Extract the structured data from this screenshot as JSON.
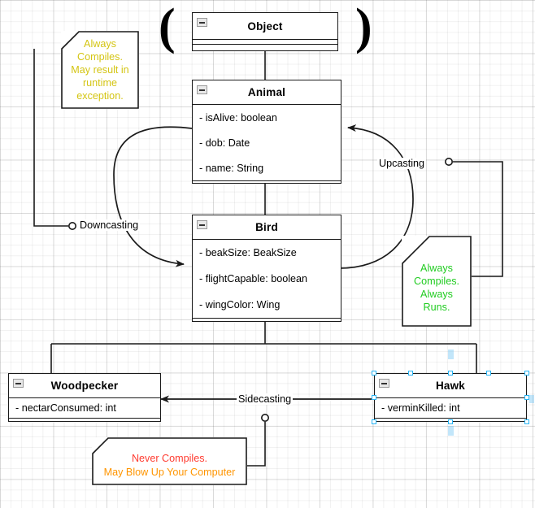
{
  "diagram": {
    "title": "Java casting UML class diagram",
    "colors": {
      "note_yellow": "#d4c513",
      "note_green": "#22cc22",
      "note_red": "#ff3b30",
      "note_orange": "#ff9500",
      "line": "#1a1a1a",
      "selection": "#29b6f6"
    },
    "grouping": {
      "open_paren": "(",
      "close_paren": ")"
    }
  },
  "classes": {
    "object": {
      "name": "Object",
      "attributes": []
    },
    "animal": {
      "name": "Animal",
      "attributes": [
        "- isAlive: boolean",
        "- dob: Date",
        "- name: String"
      ]
    },
    "bird": {
      "name": "Bird",
      "attributes": [
        "- beakSize: BeakSize",
        "- flightCapable: boolean",
        "- wingColor: Wing"
      ]
    },
    "woodpecker": {
      "name": "Woodpecker",
      "attributes": [
        "- nectarConsumed: int"
      ]
    },
    "hawk": {
      "name": "Hawk",
      "attributes": [
        "- verminKilled: int"
      ],
      "selected": true
    }
  },
  "edge_labels": {
    "downcasting": "Downcasting",
    "upcasting": "Upcasting",
    "sidecasting": "Sidecasting"
  },
  "notes": {
    "downcasting_note": {
      "lines": [
        "Always",
        "Compiles.",
        "May result in",
        "runtime",
        "exception."
      ],
      "color": "#d4c513"
    },
    "upcasting_note": {
      "lines": [
        "Always",
        "Compiles.",
        "Always",
        "Runs."
      ],
      "color": "#22cc22"
    },
    "sidecasting_note": {
      "line1": "Never Compiles.",
      "line2": "May Blow Up Your Computer",
      "color1": "#ff3b30",
      "color2": "#ff9500"
    }
  }
}
